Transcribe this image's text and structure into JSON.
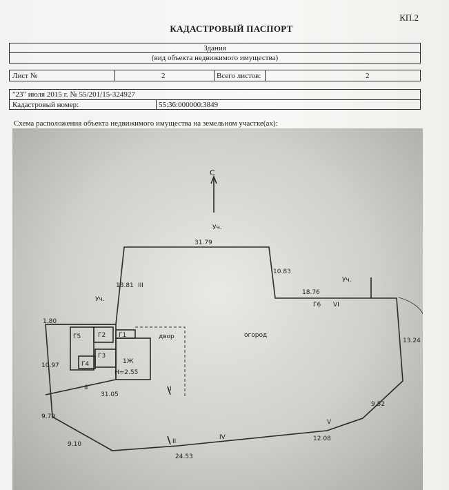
{
  "header": {
    "form_code": "КП.2",
    "title": "КАДАСТРОВЫЙ ПАСПОРТ"
  },
  "object": {
    "type": "Здания",
    "type_note": "(вид объекта недвижимого имущества)"
  },
  "sheet": {
    "label": "Лист №",
    "number": "2",
    "total_label": "Всего листов:",
    "total_value": "2"
  },
  "registration": {
    "date_line": "\"23\" июля 2015 г. № 55/201/15-324927",
    "cadastral_label": "Кадастровый номер:",
    "cadastral_number": "55:36:000000:3849"
  },
  "scheme": {
    "caption": "Схема расположения объекта недвижимого имущества на земельном участке(ах):",
    "north": "С",
    "labels": {
      "uch1": "Уч.",
      "uch2": "Уч.",
      "uch3": "Уч.",
      "zone3": "III",
      "zone6": "VI",
      "g6": "Г6",
      "garden": "огород",
      "yard": "двор",
      "zone2": "II",
      "zone4": "IV",
      "zone5": "V",
      "zone2b": "II",
      "zone1": "I",
      "g5": "Г5",
      "g2": "Г2",
      "g3": "Г3",
      "g4": "Г4",
      "g1": "Г1",
      "house": "1Ж",
      "height": "H=2.55"
    },
    "dims": {
      "d1": "31.79",
      "d2": "10.83",
      "d3": "13.81",
      "d4": "18.76",
      "d5": "13.24",
      "d6": "9.52",
      "d7": "12.08",
      "d8": "24.53",
      "d9": "9.10",
      "d10": "9.79",
      "d11": "10.97",
      "d12": "31.05",
      "d13": "1.80"
    }
  }
}
